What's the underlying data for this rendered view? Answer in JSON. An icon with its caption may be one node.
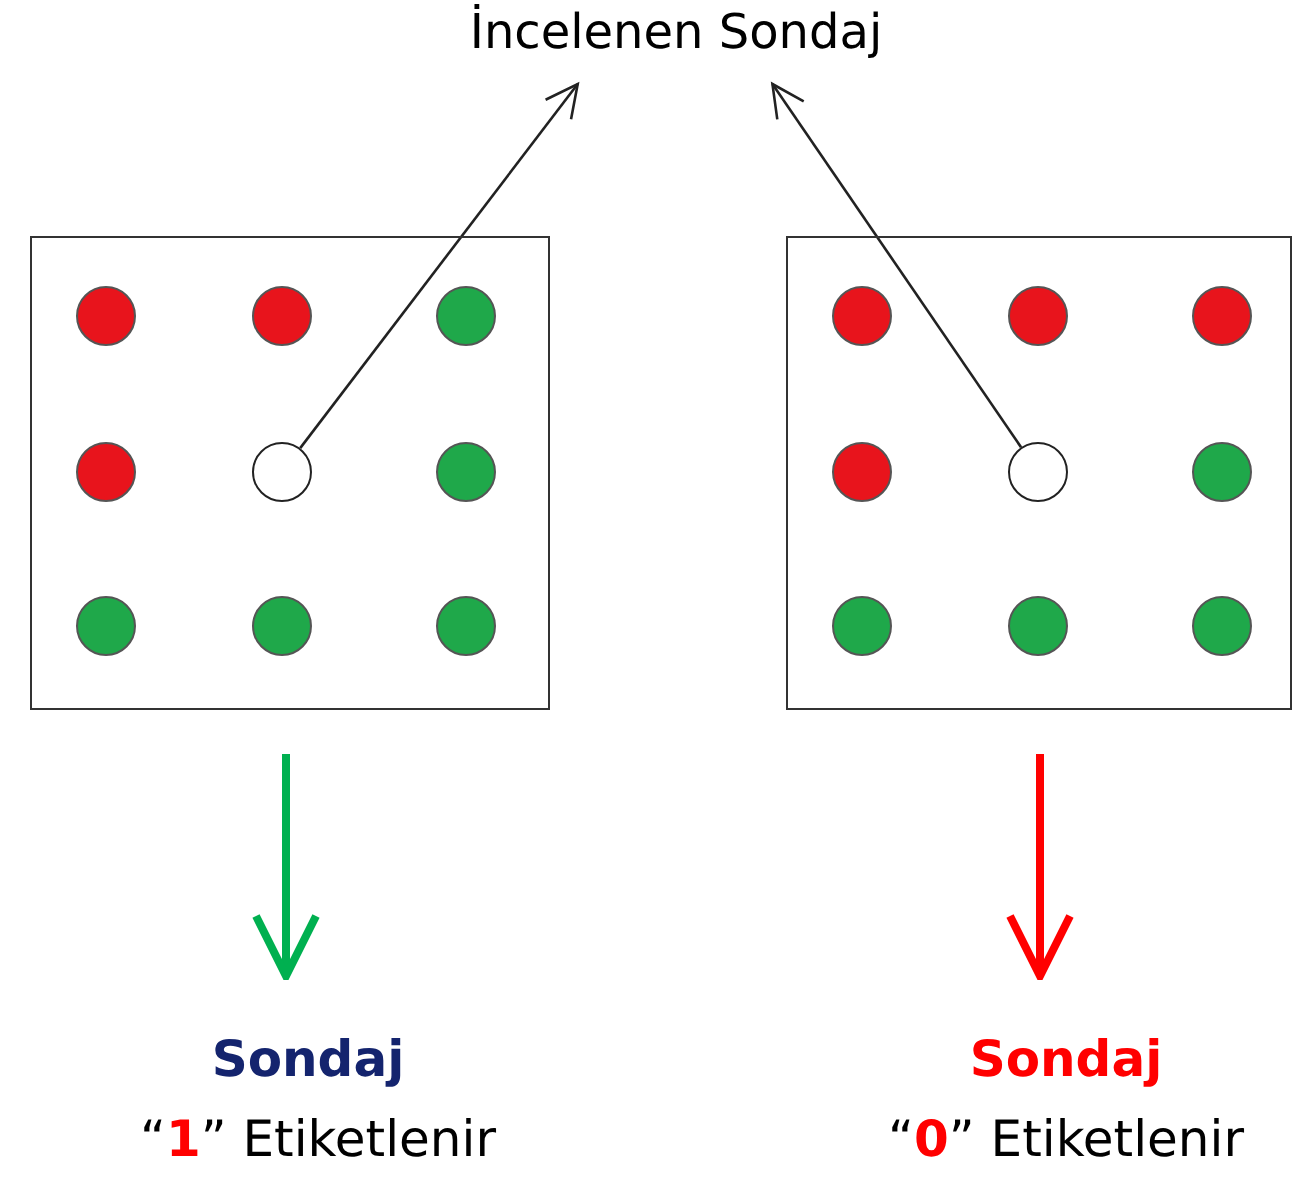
{
  "diagram": {
    "nodes": [
      {
        "text": [
          "İncelenen Sondaj"
        ]
      },
      {
        "text": [],
        "shape": "box"
      },
      {
        "text": [],
        "shape": "circle",
        "in": 1
      },
      {
        "text": [],
        "shape": "circle",
        "in": 1
      },
      {
        "text": [],
        "shape": "circle",
        "in": 1
      },
      {
        "text": [],
        "shape": "circle",
        "in": 1
      },
      {
        "text": [],
        "shape": "circle",
        "in": 1
      },
      {
        "text": [],
        "shape": "circle",
        "in": 1
      },
      {
        "text": [],
        "shape": "circle",
        "in": 1
      },
      {
        "text": [],
        "shape": "circle",
        "in": 1
      },
      {
        "text": [],
        "shape": "circle",
        "in": 1
      },
      {
        "text": [],
        "shape": "box"
      },
      {
        "text": [],
        "shape": "circle",
        "in": 11
      },
      {
        "text": [],
        "shape": "circle",
        "in": 11
      },
      {
        "text": [],
        "shape": "circle",
        "in": 11
      },
      {
        "text": [],
        "shape": "circle",
        "in": 11
      },
      {
        "text": [],
        "shape": "circle",
        "in": 11
      },
      {
        "text": [],
        "shape": "circle",
        "in": 11
      },
      {
        "text": [],
        "shape": "circle",
        "in": 11
      },
      {
        "text": [],
        "shape": "circle",
        "in": 11
      },
      {
        "text": [],
        "shape": "circle",
        "in": 11
      },
      {
        "text": [
          "Sondaj",
          "“**1**” Etiketlenir"
        ]
      },
      {
        "text": [
          "Sondaj",
          "“**0**” Etiketlenir"
        ]
      }
    ],
    "edges": [
      {
        "from": 6,
        "to": 0,
        "arrow": "to"
      },
      {
        "from": 16,
        "to": 0,
        "arrow": "to"
      },
      {
        "from": 1,
        "to": 21,
        "arrow": "to",
        "style": "thick",
        "color": "#00b050"
      },
      {
        "from": 11,
        "to": 22,
        "arrow": "to",
        "style": "thick",
        "color": "#ff0000"
      }
    ]
  }
}
